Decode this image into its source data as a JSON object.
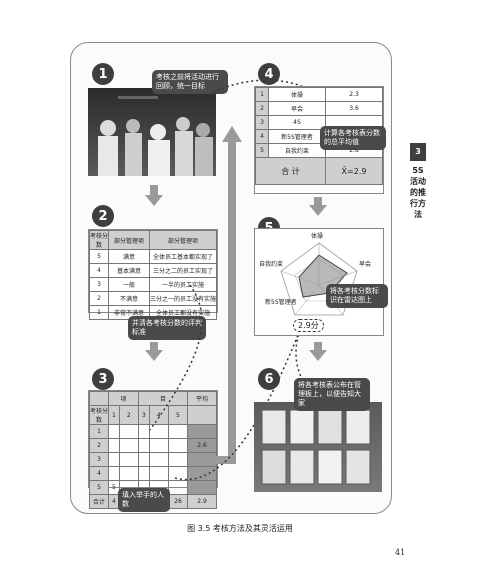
{
  "side_tab": {
    "number": "3",
    "title": "5S活动的推行方法"
  },
  "caption": "图 3.5 考核方法及其灵活运用",
  "page_number": "41",
  "step1": {
    "badge": "1",
    "bubble": "考核之前将活动进行回顾，统一目标"
  },
  "step2": {
    "badge": "2",
    "headers": [
      "考核分数",
      "部分管理项",
      "部分管理项"
    ],
    "rows": [
      {
        "score": "5",
        "col1": "满意",
        "col2": "全体员工基本都实现了"
      },
      {
        "score": "4",
        "col1": "基本满意",
        "col2": "三分之二的员工实现了"
      },
      {
        "score": "3",
        "col1": "一般",
        "col2": "一半的员工实施"
      },
      {
        "score": "2",
        "col1": "不满意",
        "col2": "三分之一的员工没有实施"
      },
      {
        "score": "1",
        "col1": "非常不满意",
        "col2": "全体员工都没有实施"
      }
    ],
    "note": "并清各考核分数的评判标准"
  },
  "step3": {
    "badge": "3",
    "header_left": "项",
    "header_right": "目",
    "avg_label": "平均",
    "score_label": "考核分数",
    "cols": [
      "1",
      "2",
      "3",
      "4",
      "5"
    ],
    "rows": [
      {
        "label": "1",
        "values": [
          "",
          "",
          "",
          "",
          ""
        ],
        "avg": ""
      },
      {
        "label": "2",
        "values": [
          "",
          "",
          "",
          "",
          ""
        ],
        "avg": "2.6"
      },
      {
        "label": "3",
        "values": [
          "",
          "",
          "",
          "",
          ""
        ],
        "avg": ""
      },
      {
        "label": "4",
        "values": [
          "",
          "",
          "",
          "",
          ""
        ],
        "avg": ""
      },
      {
        "label": "5",
        "values": [
          "5",
          "",
          "",
          "",
          ""
        ],
        "avg": ""
      }
    ],
    "total_label": "合计",
    "totals": [
      "4",
      "24",
      "4",
      "20",
      "26"
    ],
    "total_avg": "2.9",
    "bubble": "填入举手的人数"
  },
  "step4": {
    "badge": "4",
    "rows": [
      {
        "no": "1",
        "name": "体操",
        "value": "2.3"
      },
      {
        "no": "2",
        "name": "早会",
        "value": "3.6"
      },
      {
        "no": "3",
        "name": "4S",
        "value": ""
      },
      {
        "no": "4",
        "name": "新5S管理者",
        "value": ""
      },
      {
        "no": "5",
        "name": "自我约束",
        "value": "2.8"
      }
    ],
    "total_label": "合  计",
    "total_value": "X̄=2.9",
    "bubble": "计算各考核表分数的总平均值"
  },
  "step5": {
    "badge": "5",
    "labels": {
      "top": "体操",
      "left": "自我约束",
      "right": "早会",
      "bottom_left": "新5S管理者"
    },
    "value": "2.9分",
    "bubble": "将各考核分数标识在雷达图上"
  },
  "step6": {
    "badge": "6",
    "bubble": "将各考核表公布在管理板上，以便告知大家"
  }
}
